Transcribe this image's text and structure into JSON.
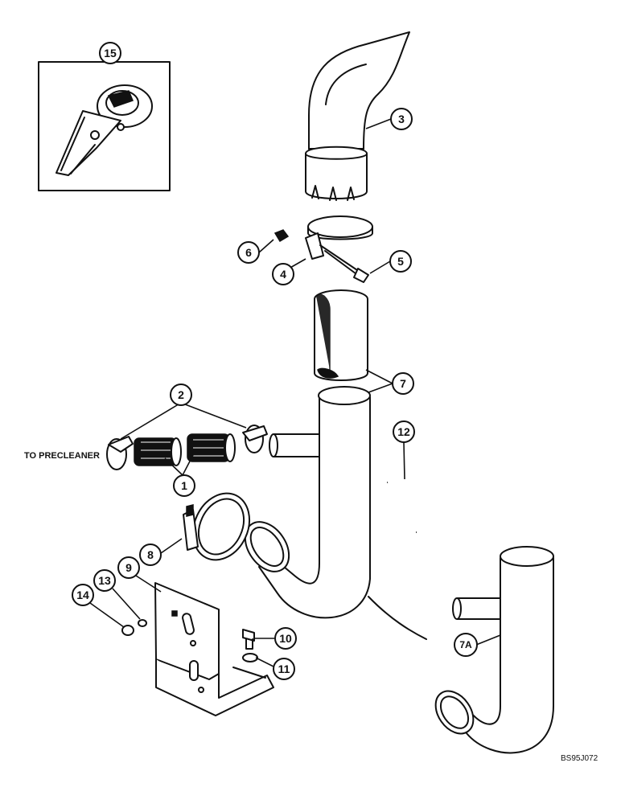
{
  "diagram": {
    "callouts": {
      "c1": "1",
      "c2": "2",
      "c3": "3",
      "c4": "4",
      "c5": "5",
      "c6": "6",
      "c7": "7",
      "c7a": "7A",
      "c8": "8",
      "c9": "9",
      "c10": "10",
      "c11": "11",
      "c12": "12",
      "c13": "13",
      "c14": "14",
      "c15": "15"
    },
    "labels": {
      "to_precleaner": "TO PRECLEANER",
      "drawing_code": "BS95J072"
    }
  }
}
